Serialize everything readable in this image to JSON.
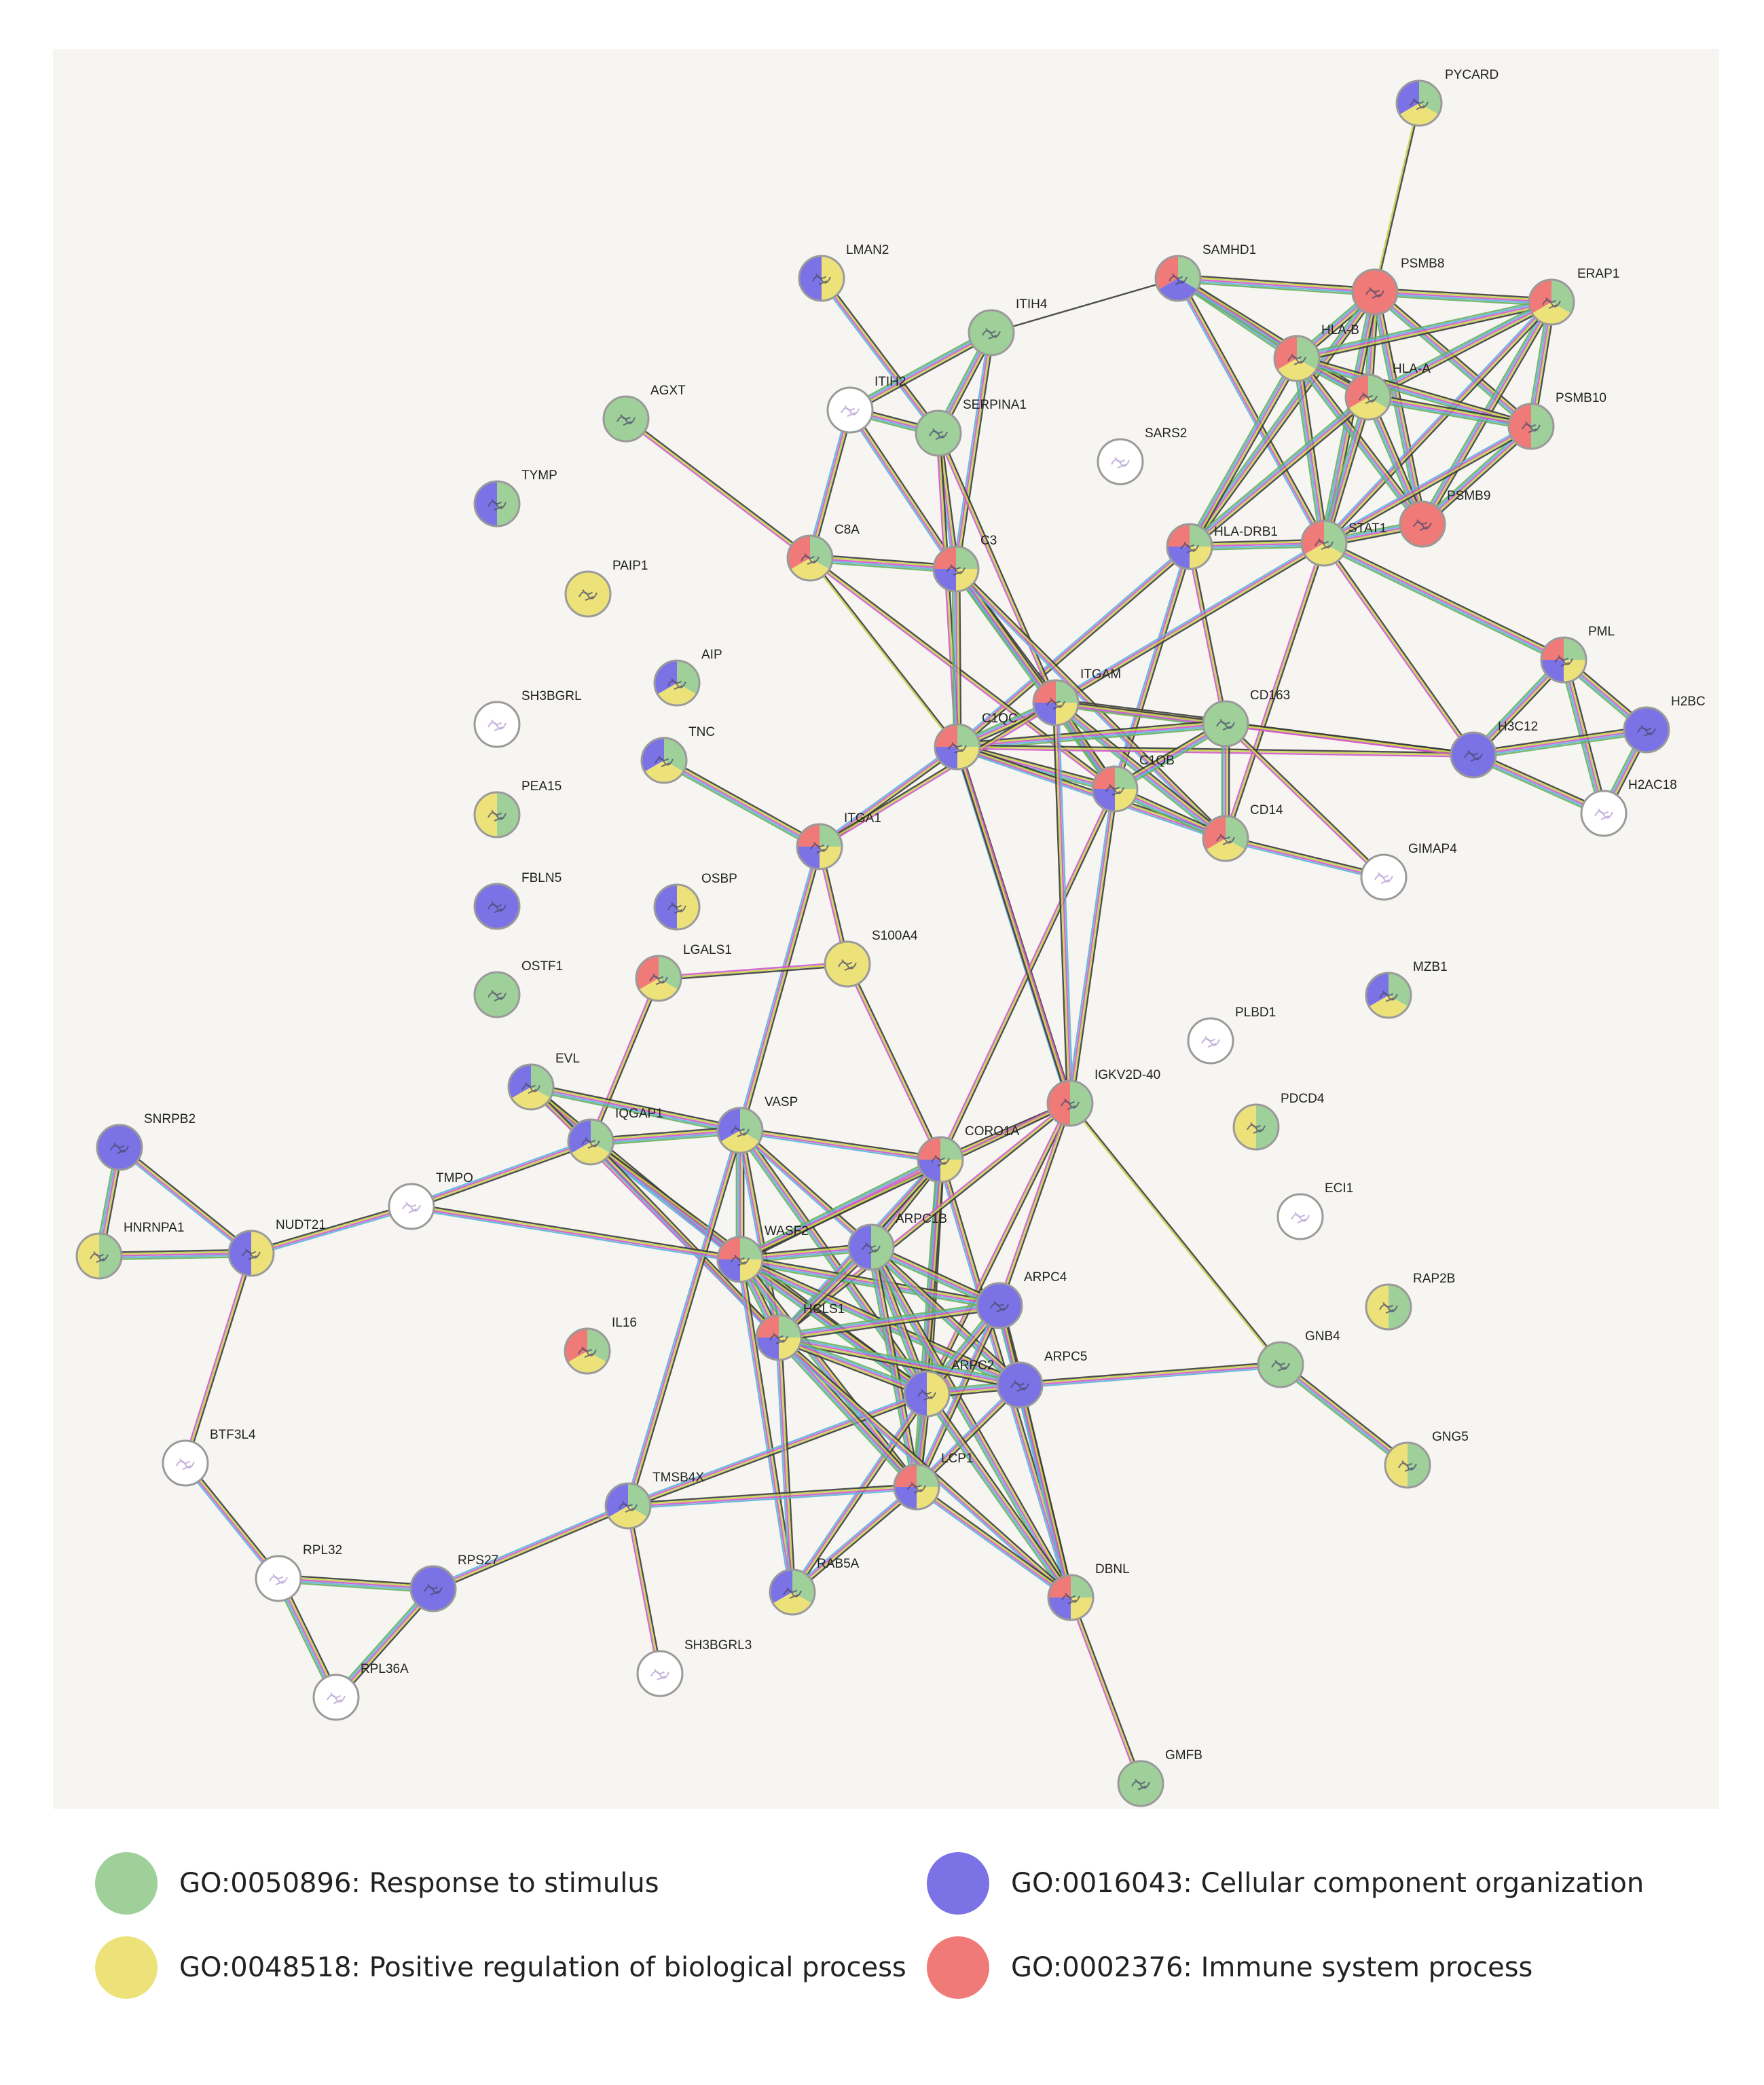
{
  "colors": {
    "green": "#9fd09a",
    "yellow": "#ede27a",
    "blue": "#7b72e6",
    "red": "#f07a78",
    "white": "#ffffff",
    "node_stroke": "#9a9a9a",
    "panel_bg": "#f6f5f2"
  },
  "edge_palette": [
    "#3c3c3c",
    "#c8d24a",
    "#d05ac8",
    "#5fb4d8",
    "#6ab060",
    "#8a8ad8"
  ],
  "nodes": [
    {
      "id": "PYCARD",
      "groups": [
        "green",
        "yellow",
        "blue"
      ]
    },
    {
      "id": "LMAN2",
      "groups": [
        "yellow",
        "blue"
      ]
    },
    {
      "id": "SAMHD1",
      "groups": [
        "green",
        "blue",
        "red"
      ]
    },
    {
      "id": "PSMB8",
      "groups": [
        "red"
      ]
    },
    {
      "id": "ERAP1",
      "groups": [
        "green",
        "yellow",
        "red"
      ]
    },
    {
      "id": "ITIH4",
      "groups": [
        "green"
      ]
    },
    {
      "id": "HLA-B",
      "groups": [
        "green",
        "yellow",
        "red"
      ]
    },
    {
      "id": "HLA-A",
      "groups": [
        "green",
        "yellow",
        "red"
      ]
    },
    {
      "id": "AGXT",
      "groups": [
        "green"
      ]
    },
    {
      "id": "ITIH2",
      "groups": []
    },
    {
      "id": "SERPINA1",
      "groups": [
        "green"
      ]
    },
    {
      "id": "PSMB10",
      "groups": [
        "green",
        "red"
      ]
    },
    {
      "id": "SARS2",
      "groups": []
    },
    {
      "id": "TYMP",
      "groups": [
        "green",
        "blue"
      ]
    },
    {
      "id": "PSMB9",
      "groups": [
        "red"
      ]
    },
    {
      "id": "HLA-DRB1",
      "groups": [
        "green",
        "yellow",
        "blue",
        "red"
      ]
    },
    {
      "id": "STAT1",
      "groups": [
        "green",
        "yellow",
        "red"
      ]
    },
    {
      "id": "C8A",
      "groups": [
        "green",
        "yellow",
        "red"
      ]
    },
    {
      "id": "C3",
      "groups": [
        "green",
        "yellow",
        "blue",
        "red"
      ]
    },
    {
      "id": "PAIP1",
      "groups": [
        "yellow"
      ]
    },
    {
      "id": "PML",
      "groups": [
        "green",
        "yellow",
        "blue",
        "red"
      ]
    },
    {
      "id": "AIP",
      "groups": [
        "green",
        "yellow",
        "blue"
      ]
    },
    {
      "id": "ITGAM",
      "groups": [
        "green",
        "yellow",
        "blue",
        "red"
      ]
    },
    {
      "id": "SH3BGRL",
      "groups": []
    },
    {
      "id": "C1QC",
      "groups": [
        "green",
        "yellow",
        "blue",
        "red"
      ]
    },
    {
      "id": "CD163",
      "groups": [
        "green"
      ]
    },
    {
      "id": "H2BC",
      "groups": [
        "blue"
      ]
    },
    {
      "id": "H3C12",
      "groups": [
        "blue"
      ]
    },
    {
      "id": "TNC",
      "groups": [
        "green",
        "yellow",
        "blue"
      ]
    },
    {
      "id": "C1QB",
      "groups": [
        "green",
        "yellow",
        "blue",
        "red"
      ]
    },
    {
      "id": "H2AC18",
      "groups": []
    },
    {
      "id": "PEA15",
      "groups": [
        "green",
        "yellow"
      ]
    },
    {
      "id": "ITGA1",
      "groups": [
        "green",
        "yellow",
        "blue",
        "red"
      ]
    },
    {
      "id": "CD14",
      "groups": [
        "green",
        "yellow",
        "red"
      ]
    },
    {
      "id": "GIMAP4",
      "groups": []
    },
    {
      "id": "FBLN5",
      "groups": [
        "blue"
      ]
    },
    {
      "id": "OSBP",
      "groups": [
        "yellow",
        "blue"
      ]
    },
    {
      "id": "S100A4",
      "groups": [
        "yellow"
      ]
    },
    {
      "id": "LGALS1",
      "groups": [
        "green",
        "yellow",
        "red"
      ]
    },
    {
      "id": "OSTF1",
      "groups": [
        "green"
      ]
    },
    {
      "id": "MZB1",
      "groups": [
        "green",
        "yellow",
        "blue"
      ]
    },
    {
      "id": "PLBD1",
      "groups": []
    },
    {
      "id": "EVL",
      "groups": [
        "green",
        "yellow",
        "blue"
      ]
    },
    {
      "id": "IGKV2D-40",
      "groups": [
        "green",
        "red"
      ]
    },
    {
      "id": "PDCD4",
      "groups": [
        "green",
        "yellow"
      ]
    },
    {
      "id": "SNRPB2",
      "groups": [
        "blue"
      ]
    },
    {
      "id": "IQGAP1",
      "groups": [
        "green",
        "yellow",
        "blue"
      ]
    },
    {
      "id": "VASP",
      "groups": [
        "green",
        "yellow",
        "blue"
      ]
    },
    {
      "id": "CORO1A",
      "groups": [
        "green",
        "yellow",
        "blue",
        "red"
      ]
    },
    {
      "id": "TMPO",
      "groups": []
    },
    {
      "id": "ECI1",
      "groups": []
    },
    {
      "id": "HNRNPA1",
      "groups": [
        "green",
        "yellow"
      ]
    },
    {
      "id": "NUDT21",
      "groups": [
        "yellow",
        "blue"
      ]
    },
    {
      "id": "WASF2",
      "groups": [
        "green",
        "yellow",
        "blue",
        "red"
      ]
    },
    {
      "id": "ARPC1B",
      "groups": [
        "green",
        "blue"
      ]
    },
    {
      "id": "ARPC4",
      "groups": [
        "blue"
      ]
    },
    {
      "id": "RAP2B",
      "groups": [
        "green",
        "yellow"
      ]
    },
    {
      "id": "IL16",
      "groups": [
        "green",
        "yellow",
        "red"
      ]
    },
    {
      "id": "HCLS1",
      "groups": [
        "green",
        "yellow",
        "blue",
        "red"
      ]
    },
    {
      "id": "GNB4",
      "groups": [
        "green"
      ]
    },
    {
      "id": "ARPC5",
      "groups": [
        "blue"
      ]
    },
    {
      "id": "ARPC2",
      "groups": [
        "yellow",
        "blue"
      ]
    },
    {
      "id": "BTF3L4",
      "groups": []
    },
    {
      "id": "GNG5",
      "groups": [
        "green",
        "yellow"
      ]
    },
    {
      "id": "TMSB4X",
      "groups": [
        "green",
        "yellow",
        "blue"
      ]
    },
    {
      "id": "LCP1",
      "groups": [
        "green",
        "yellow",
        "blue",
        "red"
      ]
    },
    {
      "id": "RPL32",
      "groups": []
    },
    {
      "id": "RPS27",
      "groups": [
        "blue"
      ]
    },
    {
      "id": "RAB5A",
      "groups": [
        "green",
        "yellow",
        "blue"
      ]
    },
    {
      "id": "DBNL",
      "groups": [
        "green",
        "yellow",
        "blue",
        "red"
      ]
    },
    {
      "id": "SH3BGRL3",
      "groups": []
    },
    {
      "id": "RPL36A",
      "groups": []
    },
    {
      "id": "GMFB",
      "groups": [
        "green"
      ]
    }
  ],
  "edges": [
    [
      "PYCARD",
      "PSMB8",
      2
    ],
    [
      "SAMHD1",
      "PSMB8",
      5
    ],
    [
      "SAMHD1",
      "HLA-B",
      5
    ],
    [
      "SAMHD1",
      "HLA-A",
      5
    ],
    [
      "SAMHD1",
      "STAT1",
      4
    ],
    [
      "SAMHD1",
      "ITIH4",
      1
    ],
    [
      "PSMB8",
      "ERAP1",
      5
    ],
    [
      "PSMB8",
      "HLA-B",
      5
    ],
    [
      "PSMB8",
      "HLA-A",
      5
    ],
    [
      "PSMB8",
      "PSMB10",
      5
    ],
    [
      "PSMB8",
      "PSMB9",
      5
    ],
    [
      "PSMB8",
      "STAT1",
      5
    ],
    [
      "PSMB8",
      "HLA-DRB1",
      5
    ],
    [
      "ERAP1",
      "HLA-B",
      5
    ],
    [
      "ERAP1",
      "HLA-A",
      5
    ],
    [
      "ERAP1",
      "PSMB10",
      5
    ],
    [
      "ERAP1",
      "PSMB9",
      5
    ],
    [
      "ERAP1",
      "STAT1",
      4
    ],
    [
      "HLA-B",
      "HLA-A",
      5
    ],
    [
      "HLA-B",
      "PSMB10",
      5
    ],
    [
      "HLA-B",
      "PSMB9",
      5
    ],
    [
      "HLA-B",
      "STAT1",
      5
    ],
    [
      "HLA-B",
      "HLA-DRB1",
      5
    ],
    [
      "HLA-A",
      "PSMB10",
      5
    ],
    [
      "HLA-A",
      "PSMB9",
      5
    ],
    [
      "HLA-A",
      "STAT1",
      5
    ],
    [
      "HLA-A",
      "HLA-DRB1",
      5
    ],
    [
      "PSMB10",
      "PSMB9",
      5
    ],
    [
      "PSMB10",
      "STAT1",
      4
    ],
    [
      "PSMB9",
      "STAT1",
      5
    ],
    [
      "HLA-DRB1",
      "STAT1",
      5
    ],
    [
      "HLA-DRB1",
      "C1QB",
      4
    ],
    [
      "HLA-DRB1",
      "CD163",
      3
    ],
    [
      "HLA-DRB1",
      "C1QC",
      4
    ],
    [
      "STAT1",
      "PML",
      5
    ],
    [
      "STAT1",
      "H3C12",
      3
    ],
    [
      "STAT1",
      "ITGAM",
      4
    ],
    [
      "STAT1",
      "CD14",
      3
    ],
    [
      "LMAN2",
      "SERPINA1",
      4
    ],
    [
      "ITIH4",
      "ITIH2",
      5
    ],
    [
      "ITIH4",
      "SERPINA1",
      5
    ],
    [
      "ITIH4",
      "C3",
      4
    ],
    [
      "ITIH2",
      "SERPINA1",
      5
    ],
    [
      "ITIH2",
      "C3",
      4
    ],
    [
      "ITIH2",
      "C8A",
      4
    ],
    [
      "SERPINA1",
      "C3",
      4
    ],
    [
      "SERPINA1",
      "C1QC",
      3
    ],
    [
      "SERPINA1",
      "ITGAM",
      3
    ],
    [
      "AGXT",
      "C8A",
      3
    ],
    [
      "C8A",
      "C3",
      5
    ],
    [
      "C8A",
      "C1QC",
      2
    ],
    [
      "C8A",
      "C1QB",
      3
    ],
    [
      "C3",
      "C1QC",
      5
    ],
    [
      "C3",
      "ITGAM",
      5
    ],
    [
      "C3",
      "C1QB",
      5
    ],
    [
      "C3",
      "CD14",
      4
    ],
    [
      "ITGAM",
      "C1QC",
      5
    ],
    [
      "ITGAM",
      "C1QB",
      5
    ],
    [
      "ITGAM",
      "CD163",
      5
    ],
    [
      "ITGAM",
      "CD14",
      5
    ],
    [
      "ITGAM",
      "H3C12",
      3
    ],
    [
      "C1QC",
      "C1QB",
      5
    ],
    [
      "C1QC",
      "CD163",
      5
    ],
    [
      "C1QC",
      "CD14",
      4
    ],
    [
      "C1QC",
      "ITGA1",
      4
    ],
    [
      "C1QC",
      "IGKV2D-40",
      4
    ],
    [
      "C1QC",
      "H3C12",
      3
    ],
    [
      "C1QB",
      "CD163",
      5
    ],
    [
      "C1QB",
      "CD14",
      5
    ],
    [
      "C1QB",
      "IGKV2D-40",
      4
    ],
    [
      "C1QB",
      "CORO1A",
      3
    ],
    [
      "CD163",
      "CD14",
      5
    ],
    [
      "CD163",
      "GIMAP4",
      3
    ],
    [
      "CD163",
      "H3C12",
      3
    ],
    [
      "CD14",
      "GIMAP4",
      4
    ],
    [
      "PML",
      "H2BC",
      5
    ],
    [
      "PML",
      "H3C12",
      5
    ],
    [
      "PML",
      "H2AC18",
      5
    ],
    [
      "H3C12",
      "H2BC",
      5
    ],
    [
      "H3C12",
      "H2AC18",
      5
    ],
    [
      "H2BC",
      "H2AC18",
      5
    ],
    [
      "TNC",
      "ITGA1",
      5
    ],
    [
      "ITGA1",
      "S100A4",
      3
    ],
    [
      "ITGA1",
      "ITGAM",
      3
    ],
    [
      "ITGA1",
      "VASP",
      4
    ],
    [
      "S100A4",
      "LGALS1",
      3
    ],
    [
      "S100A4",
      "CORO1A",
      3
    ],
    [
      "LGALS1",
      "IQGAP1",
      3
    ],
    [
      "EVL",
      "IQGAP1",
      5
    ],
    [
      "EVL",
      "VASP",
      5
    ],
    [
      "EVL",
      "WASF2",
      4
    ],
    [
      "EVL",
      "HCLS1",
      3
    ],
    [
      "IQGAP1",
      "VASP",
      5
    ],
    [
      "IQGAP1",
      "TMPO",
      4
    ],
    [
      "IQGAP1",
      "WASF2",
      4
    ],
    [
      "IQGAP1",
      "ARPC2",
      4
    ],
    [
      "IQGAP1",
      "HCLS1",
      4
    ],
    [
      "VASP",
      "CORO1A",
      4
    ],
    [
      "VASP",
      "WASF2",
      5
    ],
    [
      "VASP",
      "ARPC2",
      5
    ],
    [
      "VASP",
      "ARPC1B",
      4
    ],
    [
      "VASP",
      "TMSB4X",
      4
    ],
    [
      "VASP",
      "HCLS1",
      4
    ],
    [
      "CORO1A",
      "WASF2",
      5
    ],
    [
      "CORO1A",
      "ARPC1B",
      5
    ],
    [
      "CORO1A",
      "ARPC2",
      5
    ],
    [
      "CORO1A",
      "LCP1",
      5
    ],
    [
      "CORO1A",
      "HCLS1",
      4
    ],
    [
      "CORO1A",
      "IGKV2D-40",
      3
    ],
    [
      "CORO1A",
      "DBNL",
      4
    ],
    [
      "IGKV2D-40",
      "WASF2",
      3
    ],
    [
      "IGKV2D-40",
      "ARPC2",
      3
    ],
    [
      "IGKV2D-40",
      "ARPC4",
      3
    ],
    [
      "IGKV2D-40",
      "HCLS1",
      3
    ],
    [
      "IGKV2D-40",
      "GNB4",
      2
    ],
    [
      "IGKV2D-40",
      "ITGAM",
      4
    ],
    [
      "IGKV2D-40",
      "C1QC",
      3
    ],
    [
      "SNRPB2",
      "HNRNPA1",
      5
    ],
    [
      "SNRPB2",
      "NUDT21",
      4
    ],
    [
      "HNRNPA1",
      "NUDT21",
      5
    ],
    [
      "NUDT21",
      "TMPO",
      4
    ],
    [
      "NUDT21",
      "BTF3L4",
      3
    ],
    [
      "TMPO",
      "WASF2",
      4
    ],
    [
      "WASF2",
      "ARPC1B",
      5
    ],
    [
      "WASF2",
      "ARPC4",
      5
    ],
    [
      "WASF2",
      "ARPC2",
      5
    ],
    [
      "WASF2",
      "ARPC5",
      5
    ],
    [
      "WASF2",
      "HCLS1",
      5
    ],
    [
      "WASF2",
      "LCP1",
      5
    ],
    [
      "WASF2",
      "RAB5A",
      4
    ],
    [
      "ARPC1B",
      "ARPC4",
      5
    ],
    [
      "ARPC1B",
      "ARPC2",
      5
    ],
    [
      "ARPC1B",
      "ARPC5",
      5
    ],
    [
      "ARPC1B",
      "HCLS1",
      5
    ],
    [
      "ARPC1B",
      "LCP1",
      5
    ],
    [
      "ARPC1B",
      "DBNL",
      5
    ],
    [
      "ARPC4",
      "ARPC2",
      5
    ],
    [
      "ARPC4",
      "ARPC5",
      5
    ],
    [
      "ARPC4",
      "HCLS1",
      5
    ],
    [
      "ARPC4",
      "LCP1",
      4
    ],
    [
      "ARPC4",
      "DBNL",
      4
    ],
    [
      "ARPC5",
      "ARPC2",
      5
    ],
    [
      "ARPC5",
      "HCLS1",
      5
    ],
    [
      "ARPC5",
      "GNB4",
      4
    ],
    [
      "ARPC5",
      "LCP1",
      4
    ],
    [
      "ARPC5",
      "DBNL",
      4
    ],
    [
      "ARPC2",
      "HCLS1",
      5
    ],
    [
      "ARPC2",
      "LCP1",
      5
    ],
    [
      "ARPC2",
      "DBNL",
      5
    ],
    [
      "ARPC2",
      "TMSB4X",
      4
    ],
    [
      "ARPC2",
      "RAB5A",
      4
    ],
    [
      "HCLS1",
      "LCP1",
      5
    ],
    [
      "HCLS1",
      "RAB5A",
      4
    ],
    [
      "HCLS1",
      "DBNL",
      4
    ],
    [
      "GNB4",
      "GNG5",
      5
    ],
    [
      "TMSB4X",
      "RPS27",
      4
    ],
    [
      "TMSB4X",
      "SH3BGRL3",
      3
    ],
    [
      "TMSB4X",
      "LCP1",
      4
    ],
    [
      "LCP1",
      "RAB5A",
      4
    ],
    [
      "LCP1",
      "DBNL",
      4
    ],
    [
      "DBNL",
      "GMFB",
      3
    ],
    [
      "BTF3L4",
      "RPL32",
      4
    ],
    [
      "RPL32",
      "RPS27",
      5
    ],
    [
      "RPL32",
      "RPL36A",
      5
    ],
    [
      "RPS27",
      "RPL36A",
      5
    ]
  ],
  "legend": [
    {
      "color": "green",
      "label": "GO:0050896: Response to stimulus"
    },
    {
      "color": "blue",
      "label": "GO:0016043: Cellular component organization"
    },
    {
      "color": "yellow",
      "label": "GO:0048518: Positive regulation of biological process"
    },
    {
      "color": "red",
      "label": "GO:0002376: Immune system process"
    }
  ]
}
